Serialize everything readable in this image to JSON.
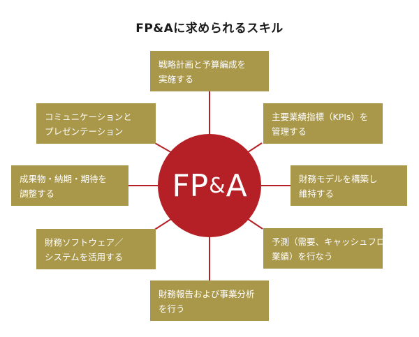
{
  "title": "FP&Aに求められるスキル",
  "center": {
    "p1": "FP",
    "amp": "&",
    "p2": "A"
  },
  "skills": [
    {
      "line1": "戦略計画と予算編成を",
      "line2": "実施する"
    },
    {
      "line1": "主要業績指標（KPIs）を",
      "line2": "管理する"
    },
    {
      "line1": "財務モデルを構築し",
      "line2": "維持する"
    },
    {
      "line1": "予測（需要、キャッシュフロー、",
      "line2": "業績）を行なう"
    },
    {
      "line1": "財務報告および事業分析",
      "line2": "を行う"
    },
    {
      "line1": "財務ソフトウェア／",
      "line2": "システムを活用する"
    },
    {
      "line1": "成果物・納期・期待を",
      "line2": "調整する"
    },
    {
      "line1": "コミュニケーションと",
      "line2": "プレゼンテーション"
    }
  ],
  "colors": {
    "box": "#a9974a",
    "center": "#b42025",
    "line": "#b42025"
  }
}
